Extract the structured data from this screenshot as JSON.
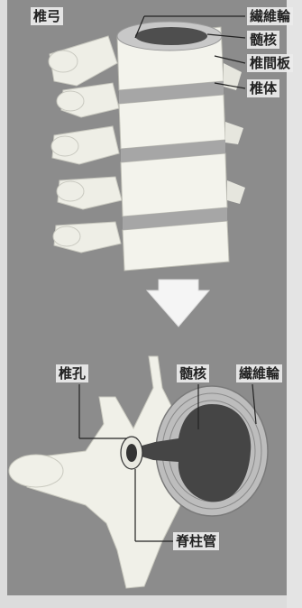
{
  "labels": {
    "top_vertebral_arch": "椎弓",
    "top_annulus_fibrosus": "繊維輪",
    "top_nucleus_pulposus": "髄核",
    "top_intervertebral_disc": "椎間板",
    "top_vertebral_body": "椎体",
    "bottom_vertebral_foramen": "椎孔",
    "bottom_nucleus_pulposus": "髄核",
    "bottom_annulus_fibrosus": "繊維輪",
    "bottom_spinal_canal": "脊柱管"
  },
  "colors": {
    "background": "#8a8a8a",
    "bone": "#f2f2ec",
    "disc": "#a9a9a9",
    "nucleus": "#4a4a4a",
    "arrow": "#f4f4f4"
  }
}
